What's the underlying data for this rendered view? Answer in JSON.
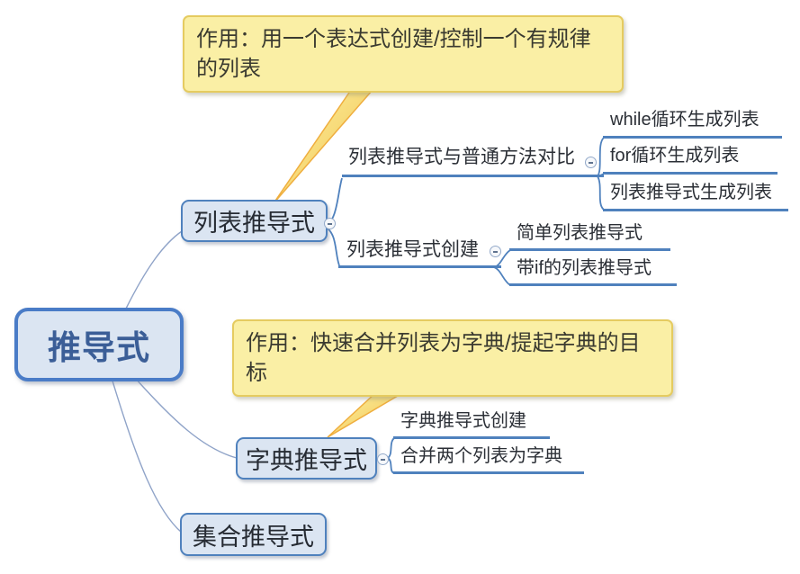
{
  "diagram": {
    "root": {
      "label": "推导式"
    },
    "notes": {
      "list_note": "作用：用一个表达式创建/控制一个有规律的列表",
      "dict_note": "作用：快速合并列表为字典/提起字典的目标"
    },
    "branches": [
      {
        "label": "列表推导式",
        "children": [
          {
            "label": "列表推导式与普通方法对比",
            "children": [
              {
                "label": "while循环生成列表"
              },
              {
                "label": "for循环生成列表"
              },
              {
                "label": "列表推导式生成列表"
              }
            ]
          },
          {
            "label": "列表推导式创建",
            "children": [
              {
                "label": "简单列表推导式"
              },
              {
                "label": "带if的列表推导式"
              }
            ]
          }
        ]
      },
      {
        "label": "字典推导式",
        "children": [
          {
            "label": "字典推导式创建"
          },
          {
            "label": "合并两个列表为字典"
          }
        ]
      },
      {
        "label": "集合推导式",
        "children": []
      }
    ],
    "icons": {
      "collapse": "minus-circle-icon"
    },
    "colors": {
      "node_fill": "#dbe5f2",
      "node_border": "#4f81bd",
      "root_border": "#4a7cc7",
      "root_text": "#3b5e97",
      "topic_text": "#2b2f36",
      "branch_line": "#4f81bd",
      "curve_line": "#8fa3c8",
      "note_fill": "#FAEFA5",
      "note_border": "#E5CB60",
      "note_text": "#3a3a30",
      "callout_fill_light": "#FCF3A3",
      "callout_fill_dark": "#F2C14E",
      "callout_stroke": "#EFAE3F"
    }
  }
}
